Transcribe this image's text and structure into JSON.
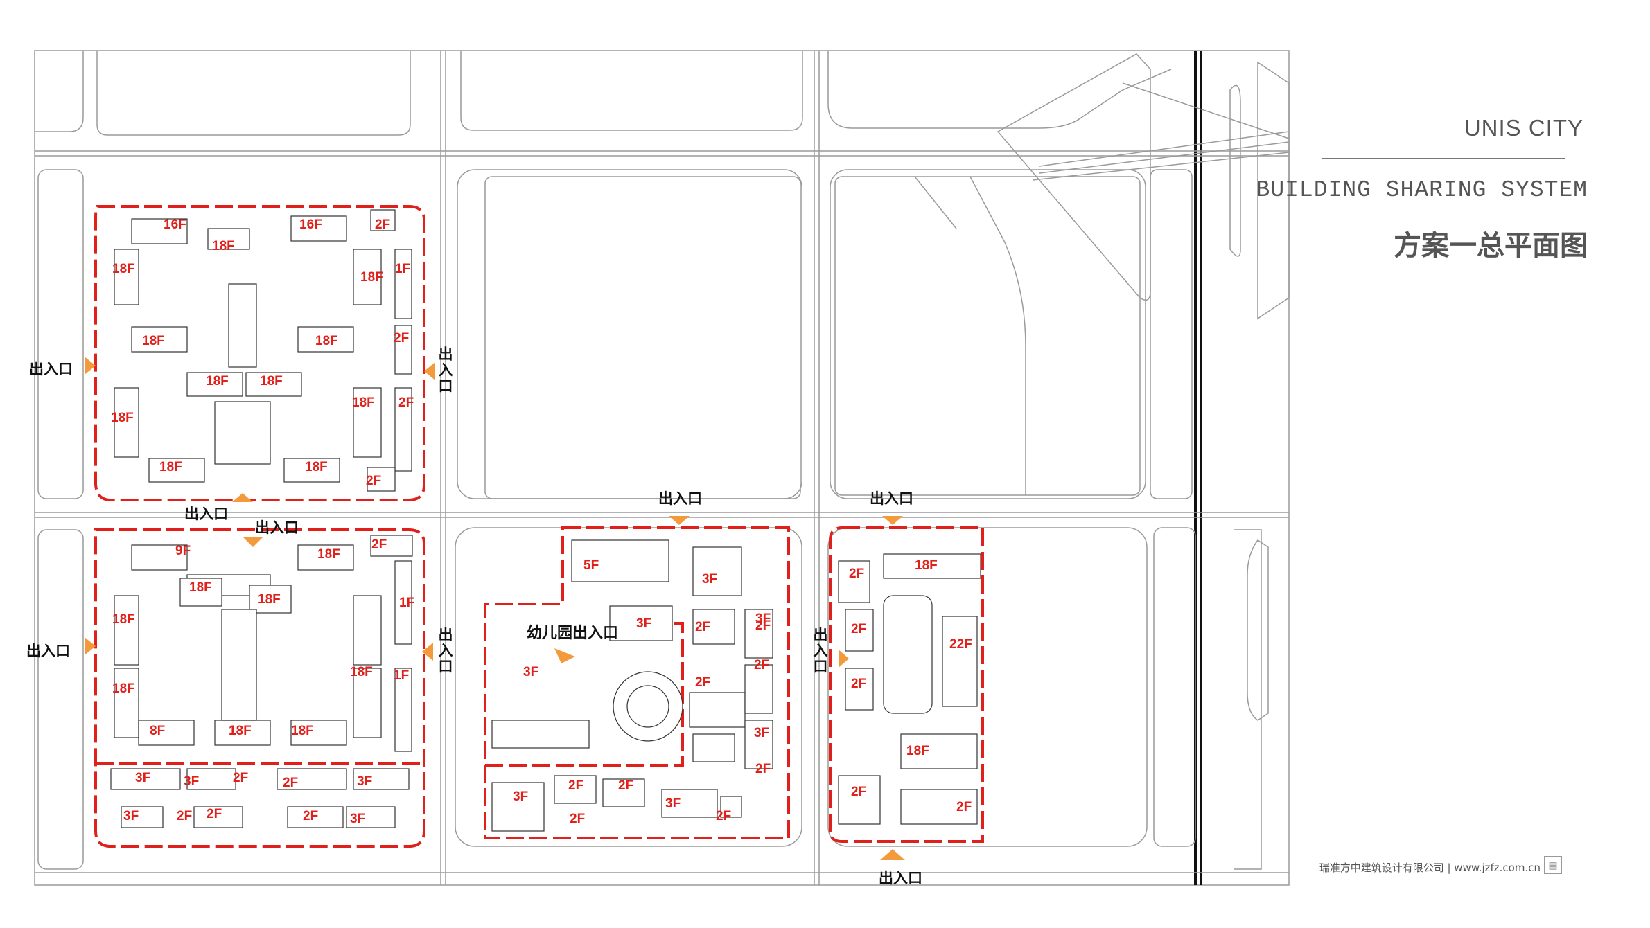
{
  "brand": {
    "title": "UNIS CITY",
    "subtitle": "BUILDING SHARING SYSTEM",
    "heading": "方案一总平面图"
  },
  "footer": {
    "text": "瑞准方中建筑设计有限公司 | www.jzfz.com.cn"
  },
  "entrance_label": "出入口",
  "kindergarten_entrance_label": "幼儿园出入口",
  "colors": {
    "redline": "#e0201a",
    "entrance_arrow": "#f39a3c",
    "linework": "#9a9a9a",
    "text": "#111111"
  },
  "floors": {
    "nw": [
      "16F",
      "16F",
      "2F",
      "18F",
      "18F",
      "18F",
      "1F",
      "18F",
      "18F",
      "2F",
      "18F",
      "18F",
      "18F",
      "2F",
      "18F",
      "18F",
      "18F",
      "2F"
    ],
    "sw": [
      "9F",
      "18F",
      "2F",
      "18F",
      "18F",
      "1F",
      "18F",
      "18F",
      "18F",
      "1F",
      "8F",
      "18F",
      "18F"
    ],
    "sw_south": [
      "3F",
      "3F",
      "2F",
      "2F",
      "3F",
      "3F",
      "2F",
      "2F",
      "2F",
      "3F"
    ],
    "center": [
      "5F",
      "3F",
      "3F",
      "2F",
      "3F",
      "2F",
      "2F",
      "2F",
      "3F",
      "3F",
      "2F",
      "3F",
      "2F",
      "2F",
      "2F",
      "3F",
      "2F"
    ],
    "east": [
      "2F",
      "18F",
      "2F",
      "22F",
      "2F",
      "18F",
      "2F",
      "2F"
    ]
  },
  "icons": {
    "entrance": "entrance-arrow-icon",
    "footer_logo": "company-logo-icon"
  }
}
